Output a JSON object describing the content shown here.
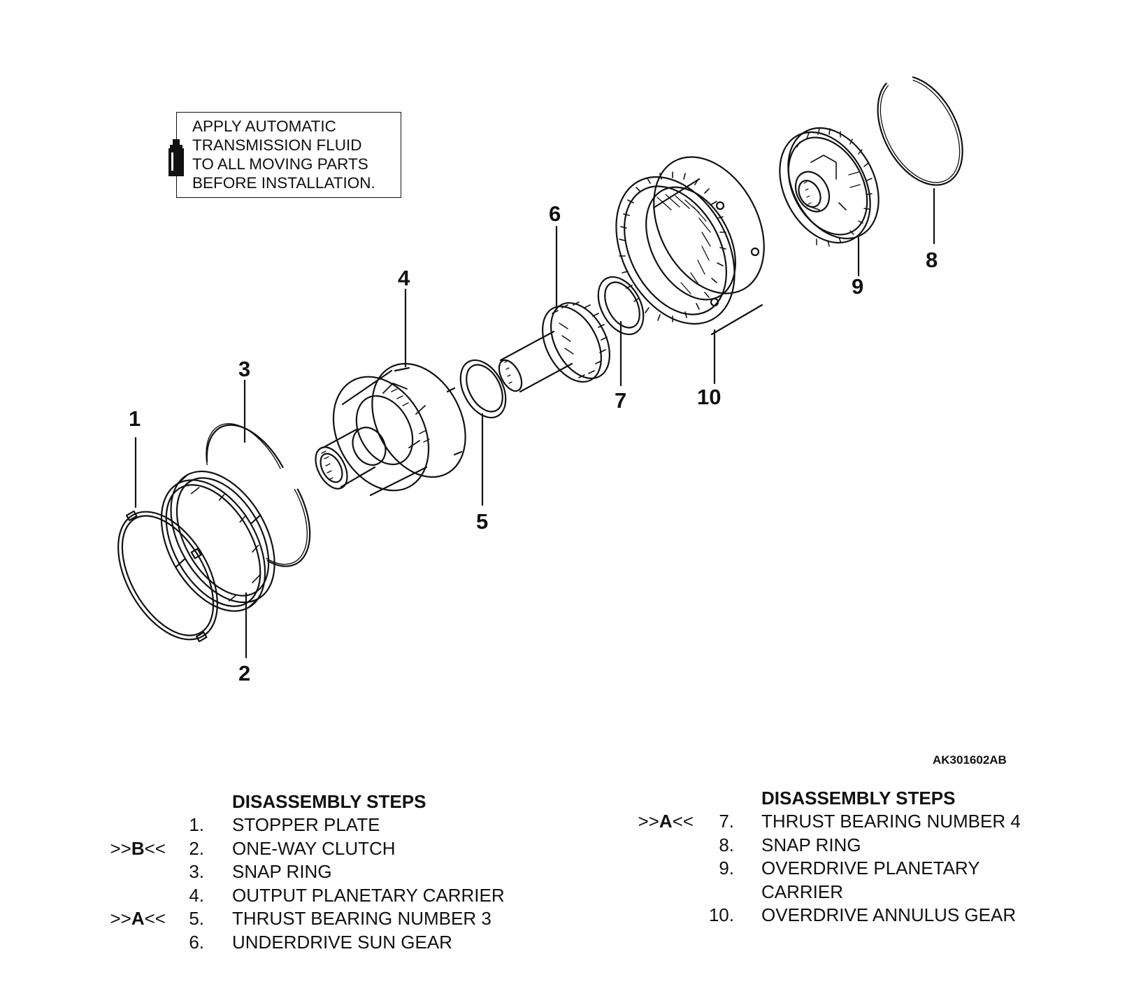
{
  "note": {
    "icon": "fluid-bottle-icon",
    "lines": [
      "APPLY AUTOMATIC",
      "TRANSMISSION FLUID",
      "TO ALL MOVING PARTS",
      "BEFORE INSTALLATION."
    ]
  },
  "callouts": [
    "1",
    "2",
    "3",
    "4",
    "5",
    "6",
    "7",
    "8",
    "9",
    "10"
  ],
  "figure_code": "AK301602AB",
  "steps_left": {
    "title": "DISASSEMBLY STEPS",
    "items": [
      {
        "marker_pre": "",
        "marker_letter": "",
        "marker_post": "",
        "num": "1.",
        "label": "STOPPER PLATE"
      },
      {
        "marker_pre": ">>",
        "marker_letter": "B",
        "marker_post": "<<",
        "num": "2.",
        "label": "ONE-WAY CLUTCH"
      },
      {
        "marker_pre": "",
        "marker_letter": "",
        "marker_post": "",
        "num": "3.",
        "label": "SNAP RING"
      },
      {
        "marker_pre": "",
        "marker_letter": "",
        "marker_post": "",
        "num": "4.",
        "label": "OUTPUT PLANETARY CARRIER"
      },
      {
        "marker_pre": ">>",
        "marker_letter": "A",
        "marker_post": "<<",
        "num": "5.",
        "label": "THRUST BEARING NUMBER 3"
      },
      {
        "marker_pre": "",
        "marker_letter": "",
        "marker_post": "",
        "num": "6.",
        "label": "UNDERDRIVE SUN GEAR"
      }
    ]
  },
  "steps_right": {
    "title": "DISASSEMBLY STEPS",
    "items": [
      {
        "marker_pre": ">>",
        "marker_letter": "A",
        "marker_post": "<<",
        "num": "7.",
        "label": "THRUST BEARING NUMBER 4"
      },
      {
        "marker_pre": "",
        "marker_letter": "",
        "marker_post": "",
        "num": "8.",
        "label": "SNAP RING"
      },
      {
        "marker_pre": "",
        "marker_letter": "",
        "marker_post": "",
        "num": "9.",
        "label": "OVERDRIVE PLANETARY"
      },
      {
        "marker_pre": "",
        "marker_letter": "",
        "marker_post": "",
        "num": "",
        "label": "CARRIER"
      },
      {
        "marker_pre": "",
        "marker_letter": "",
        "marker_post": "",
        "num": "10.",
        "label": "OVERDRIVE ANNULUS GEAR"
      }
    ]
  }
}
